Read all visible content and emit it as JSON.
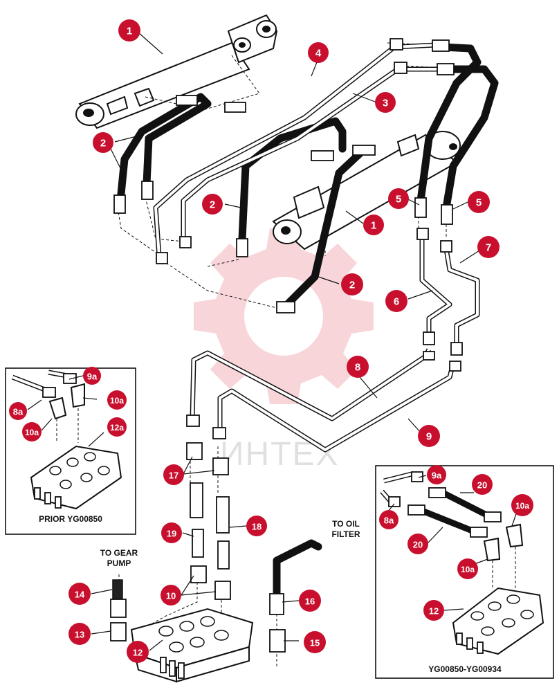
{
  "callouts": [
    {
      "id": "c-1a",
      "label": "1"
    },
    {
      "id": "c-4",
      "label": "4"
    },
    {
      "id": "c-3",
      "label": "3"
    },
    {
      "id": "c-2a",
      "label": "2"
    },
    {
      "id": "c-2b",
      "label": "2"
    },
    {
      "id": "c-5a",
      "label": "5"
    },
    {
      "id": "c-5b",
      "label": "5"
    },
    {
      "id": "c-1b",
      "label": "1"
    },
    {
      "id": "c-7",
      "label": "7"
    },
    {
      "id": "c-2c",
      "label": "2"
    },
    {
      "id": "c-6",
      "label": "6"
    },
    {
      "id": "c-8",
      "label": "8"
    },
    {
      "id": "c-9",
      "label": "9"
    },
    {
      "id": "c-9a",
      "label": "9a"
    },
    {
      "id": "c-10a-l1",
      "label": "10a"
    },
    {
      "id": "c-8a-l",
      "label": "8a"
    },
    {
      "id": "c-10a-l2",
      "label": "10a"
    },
    {
      "id": "c-12a",
      "label": "12a"
    },
    {
      "id": "c-17",
      "label": "17"
    },
    {
      "id": "c-18",
      "label": "18"
    },
    {
      "id": "c-19",
      "label": "19"
    },
    {
      "id": "c-14",
      "label": "14"
    },
    {
      "id": "c-10",
      "label": "10"
    },
    {
      "id": "c-13",
      "label": "13"
    },
    {
      "id": "c-12",
      "label": "12"
    },
    {
      "id": "c-16",
      "label": "16"
    },
    {
      "id": "c-15",
      "label": "15"
    },
    {
      "id": "c-9a-r",
      "label": "9a"
    },
    {
      "id": "c-20a",
      "label": "20"
    },
    {
      "id": "c-8a-r",
      "label": "8a"
    },
    {
      "id": "c-10a-r1",
      "label": "10a"
    },
    {
      "id": "c-20b",
      "label": "20"
    },
    {
      "id": "c-10a-r2",
      "label": "10a"
    },
    {
      "id": "c-12-r",
      "label": "12"
    }
  ],
  "labels": {
    "to_gear_pump": [
      "TO GEAR",
      "PUMP"
    ],
    "to_oil_filter": [
      "TO OIL",
      "FILTER"
    ],
    "inset_left_caption": "PRIOR YG00850",
    "inset_right_caption": "YG00850-YG00934"
  },
  "watermark": {
    "text": "ИНТЕХ"
  },
  "colors": {
    "callout": "#c8102e",
    "callout_text": "#ffffff",
    "line": "#111111",
    "watermark": "#f2b3b8"
  }
}
